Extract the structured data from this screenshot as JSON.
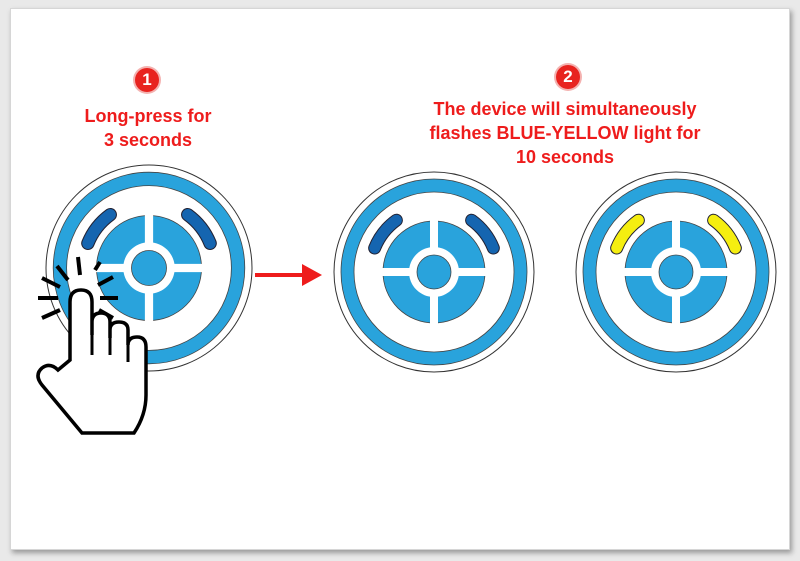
{
  "steps": [
    {
      "number": "1",
      "caption_line1": "Long-press for",
      "caption_line2": "3 seconds"
    },
    {
      "number": "2",
      "caption_line1": "The device will simultaneously",
      "caption_line2": "flashes BLUE-YELLOW light for",
      "caption_line3": "10 seconds"
    }
  ],
  "colors": {
    "ring": "#29a3dc",
    "led_blue": "#1565b0",
    "led_yellow": "#f5ee10",
    "accent": "#ee1c1c"
  }
}
